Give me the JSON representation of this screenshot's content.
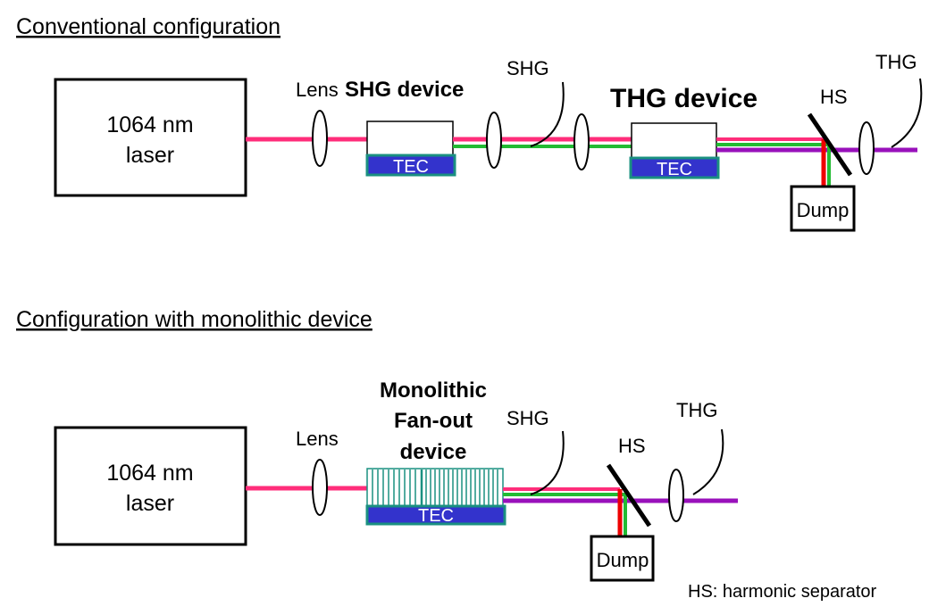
{
  "sections": {
    "conventional": {
      "title": "Conventional configuration",
      "laser_line1": "1064 nm",
      "laser_line2": "laser",
      "lens_label": "Lens",
      "shg_device_label": "SHG device",
      "shg_label": "SHG",
      "thg_device_label": "THG device",
      "hs_label": "HS",
      "thg_label": "THG",
      "tec1_label": "TEC",
      "tec2_label": "TEC",
      "dump_label": "Dump"
    },
    "monolithic": {
      "title": "Configuration with monolithic device",
      "laser_line1": "1064 nm",
      "laser_line2": "laser",
      "lens_label": "Lens",
      "device_line1": "Monolithic",
      "device_line2": "Fan-out",
      "device_line3": "device",
      "shg_label": "SHG",
      "hs_label": "HS",
      "thg_label": "THG",
      "tec_label": "TEC",
      "dump_label": "Dump"
    }
  },
  "footnote": "HS: harmonic separator",
  "colors": {
    "fundamental_beam": "#ff2d7a",
    "shg_beam": "#22bb33",
    "thg_beam": "#9911bb",
    "dump_red": "#ee0000",
    "tec_fill": "#3333cc",
    "tec_border": "#1a9080",
    "fanout_stripes": "#1a9080"
  }
}
